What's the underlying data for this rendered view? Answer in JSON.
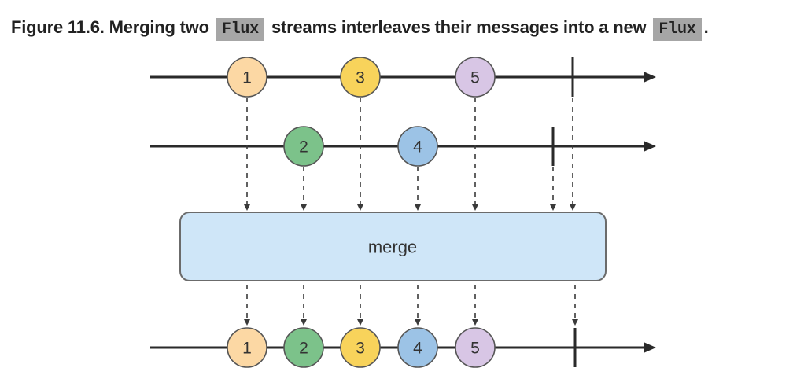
{
  "caption": {
    "prefix": "Figure 11.6. Merging two",
    "code1": "Flux",
    "middle": "streams interleaves their messages into a new",
    "code2": "Flux",
    "suffix": "."
  },
  "operator_label": "merge",
  "streams": {
    "input1": [
      {
        "label": "1",
        "color": "#fcd8a4"
      },
      {
        "label": "3",
        "color": "#f8d35b"
      },
      {
        "label": "5",
        "color": "#d8c6e5"
      }
    ],
    "input2": [
      {
        "label": "2",
        "color": "#7cc28a"
      },
      {
        "label": "4",
        "color": "#9cc3e6"
      }
    ],
    "output": [
      {
        "label": "1",
        "color": "#fcd8a4"
      },
      {
        "label": "2",
        "color": "#7cc28a"
      },
      {
        "label": "3",
        "color": "#f8d35b"
      },
      {
        "label": "4",
        "color": "#9cc3e6"
      },
      {
        "label": "5",
        "color": "#d8c6e5"
      }
    ]
  },
  "colors": {
    "operator_fill": "#cfe6f8",
    "operator_stroke": "#6b6b6b",
    "line": "#2a2a2a"
  }
}
